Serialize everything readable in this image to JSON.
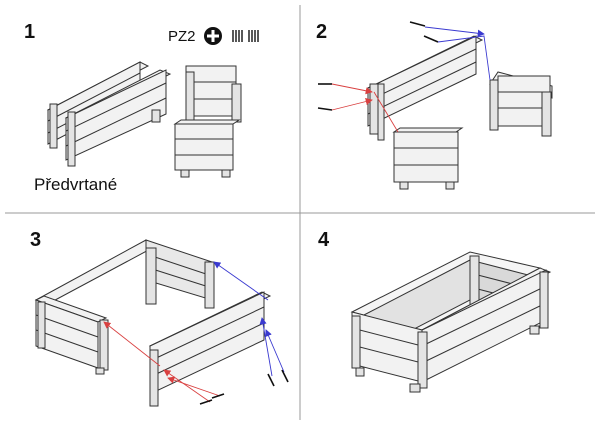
{
  "steps": [
    {
      "number": "1",
      "note": "Předvrtané",
      "tool": "PZ2",
      "screw_count_marks": "IIII IIII"
    },
    {
      "number": "2"
    },
    {
      "number": "3"
    },
    {
      "number": "4"
    }
  ],
  "colors": {
    "line": "#333333",
    "panel": "#f0f0f0",
    "panel_dark": "#d9d9d9",
    "arrow_red": "#d94040",
    "arrow_blue": "#3a3ad0",
    "divider": "#999999"
  },
  "icons": {
    "screwdriver_bit": "phillips-bit-icon",
    "screws": "screw-icon"
  }
}
